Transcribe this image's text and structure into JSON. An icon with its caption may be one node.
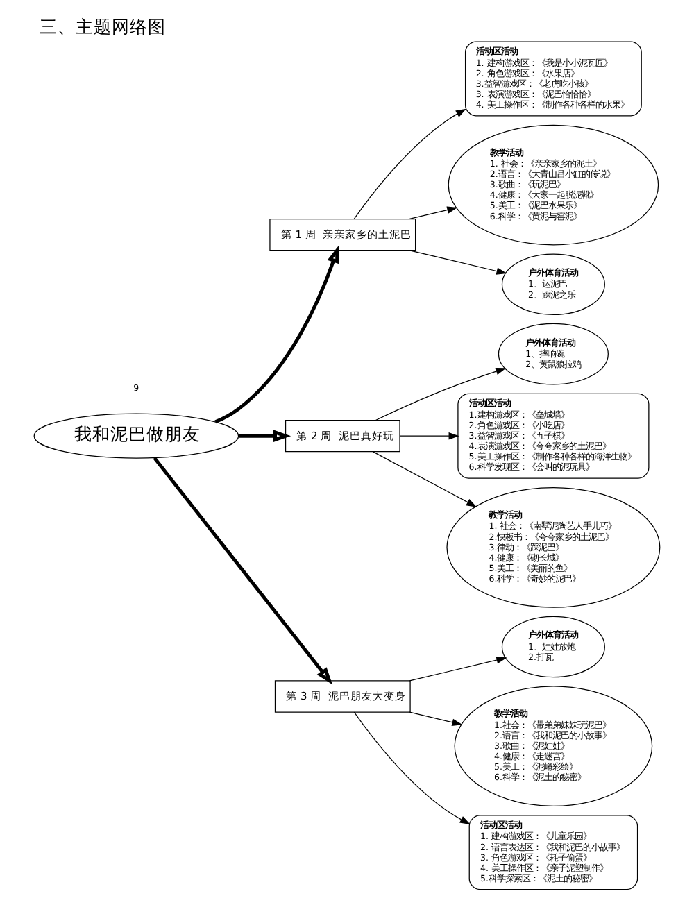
{
  "diagram": {
    "title": "三、主题网络图",
    "nodes": [
      {
        "text": [
          "我和泥巴做朋友"
        ]
      },
      {
        "text": [
          "第 1 周  亲亲家乡的土泥巴"
        ]
      },
      {
        "text": [
          "活动区活动",
          "1. 建构游戏区：《我是小小泥瓦匠》",
          "2. 角色游戏区：《水果店》",
          "3.益智游戏区：《老虎吃小孩》",
          "3. 表演游戏区：《泥巴恰恰恰》",
          "4. 美工操作区：《制作各种各样的水果》"
        ]
      },
      {
        "text": [
          "教学活动",
          "1. 社会：《亲亲家乡的泥土》",
          "2.语言：《大青山吕小缸的传说》",
          "3.歌曲：《玩泥巴》",
          "4.健康：《大家一起脱泥靴》",
          "5.美工：《泥巴水果乐》",
          "6.科学：《黄泥与窑泥》"
        ]
      },
      {
        "text": [
          "户外体育活动",
          "1、运泥巴",
          "2、踩泥之乐"
        ]
      },
      {
        "text": [
          "第 2 周  泥巴真好玩"
        ]
      },
      {
        "text": [
          "户外体育活动",
          "1、摔响碗",
          "2、黄鼠狼拉鸡"
        ]
      },
      {
        "text": [
          "活动区活动",
          "1.建构游戏区：《垒城墙》",
          "2.角色游戏区：《小吃店》",
          "3.益智游戏区：《五子棋》",
          "4.表演游戏区：《夸夸家乡的土泥巴》",
          "5.美工操作区：《制作各种各样的海洋生物》",
          "6.科学发现区：《会叫的泥玩具》"
        ]
      },
      {
        "text": [
          "教学活动",
          "1. 社会：《南墅泥陶艺人手儿巧》",
          "2.快板书：《夸夸家乡的土泥巴》",
          "3.律动：《踩泥巴》",
          "4.健康：《砌长城》",
          "5.美工：《美丽的鱼》",
          "6.科学：《奇妙的泥巴》"
        ]
      },
      {
        "text": [
          "第 3 周  泥巴朋友大变身"
        ]
      },
      {
        "text": [
          "户外体育活动",
          "1、娃娃放炮",
          "2.打瓦"
        ]
      },
      {
        "text": [
          "教学活动",
          "1.社会：《带弟弟妹妹玩泥巴》",
          "2.语言：《我和泥巴的小故事》",
          "3.歌曲：《泥娃娃》",
          "4.健康：《走迷宫》",
          "5.美工：《泥嵴彩绘》",
          "6.科学：《泥土的秘密》"
        ]
      },
      {
        "text": [
          "活动区活动",
          "1. 建构游戏区：《儿童乐园》",
          "2. 语言表达区：《我和泥巴的小故事》",
          "3. 角色游戏区：《耗子偷蛋》",
          "4. 美工操作区：《亲子泥塑制作》",
          "5.科学探索区：《泥土的秘密》"
        ]
      }
    ],
    "edges": [
      {
        "from": 0,
        "to": 1,
        "arrow": "to",
        "style": "thick"
      },
      {
        "from": 1,
        "to": 2,
        "arrow": "to"
      },
      {
        "from": 1,
        "to": 3,
        "arrow": "to"
      },
      {
        "from": 1,
        "to": 4,
        "arrow": "to"
      },
      {
        "from": 0,
        "to": 5,
        "arrow": "to",
        "style": "thick"
      },
      {
        "from": 5,
        "to": 6,
        "arrow": "to"
      },
      {
        "from": 5,
        "to": 7,
        "arrow": "to"
      },
      {
        "from": 5,
        "to": 8,
        "arrow": "to"
      },
      {
        "from": 0,
        "to": 9,
        "arrow": "to",
        "style": "thick"
      },
      {
        "from": 9,
        "to": 10,
        "arrow": "to"
      },
      {
        "from": 9,
        "to": 11,
        "arrow": "to"
      },
      {
        "from": 9,
        "to": 12,
        "arrow": "to"
      }
    ],
    "labels": [
      "9"
    ]
  }
}
